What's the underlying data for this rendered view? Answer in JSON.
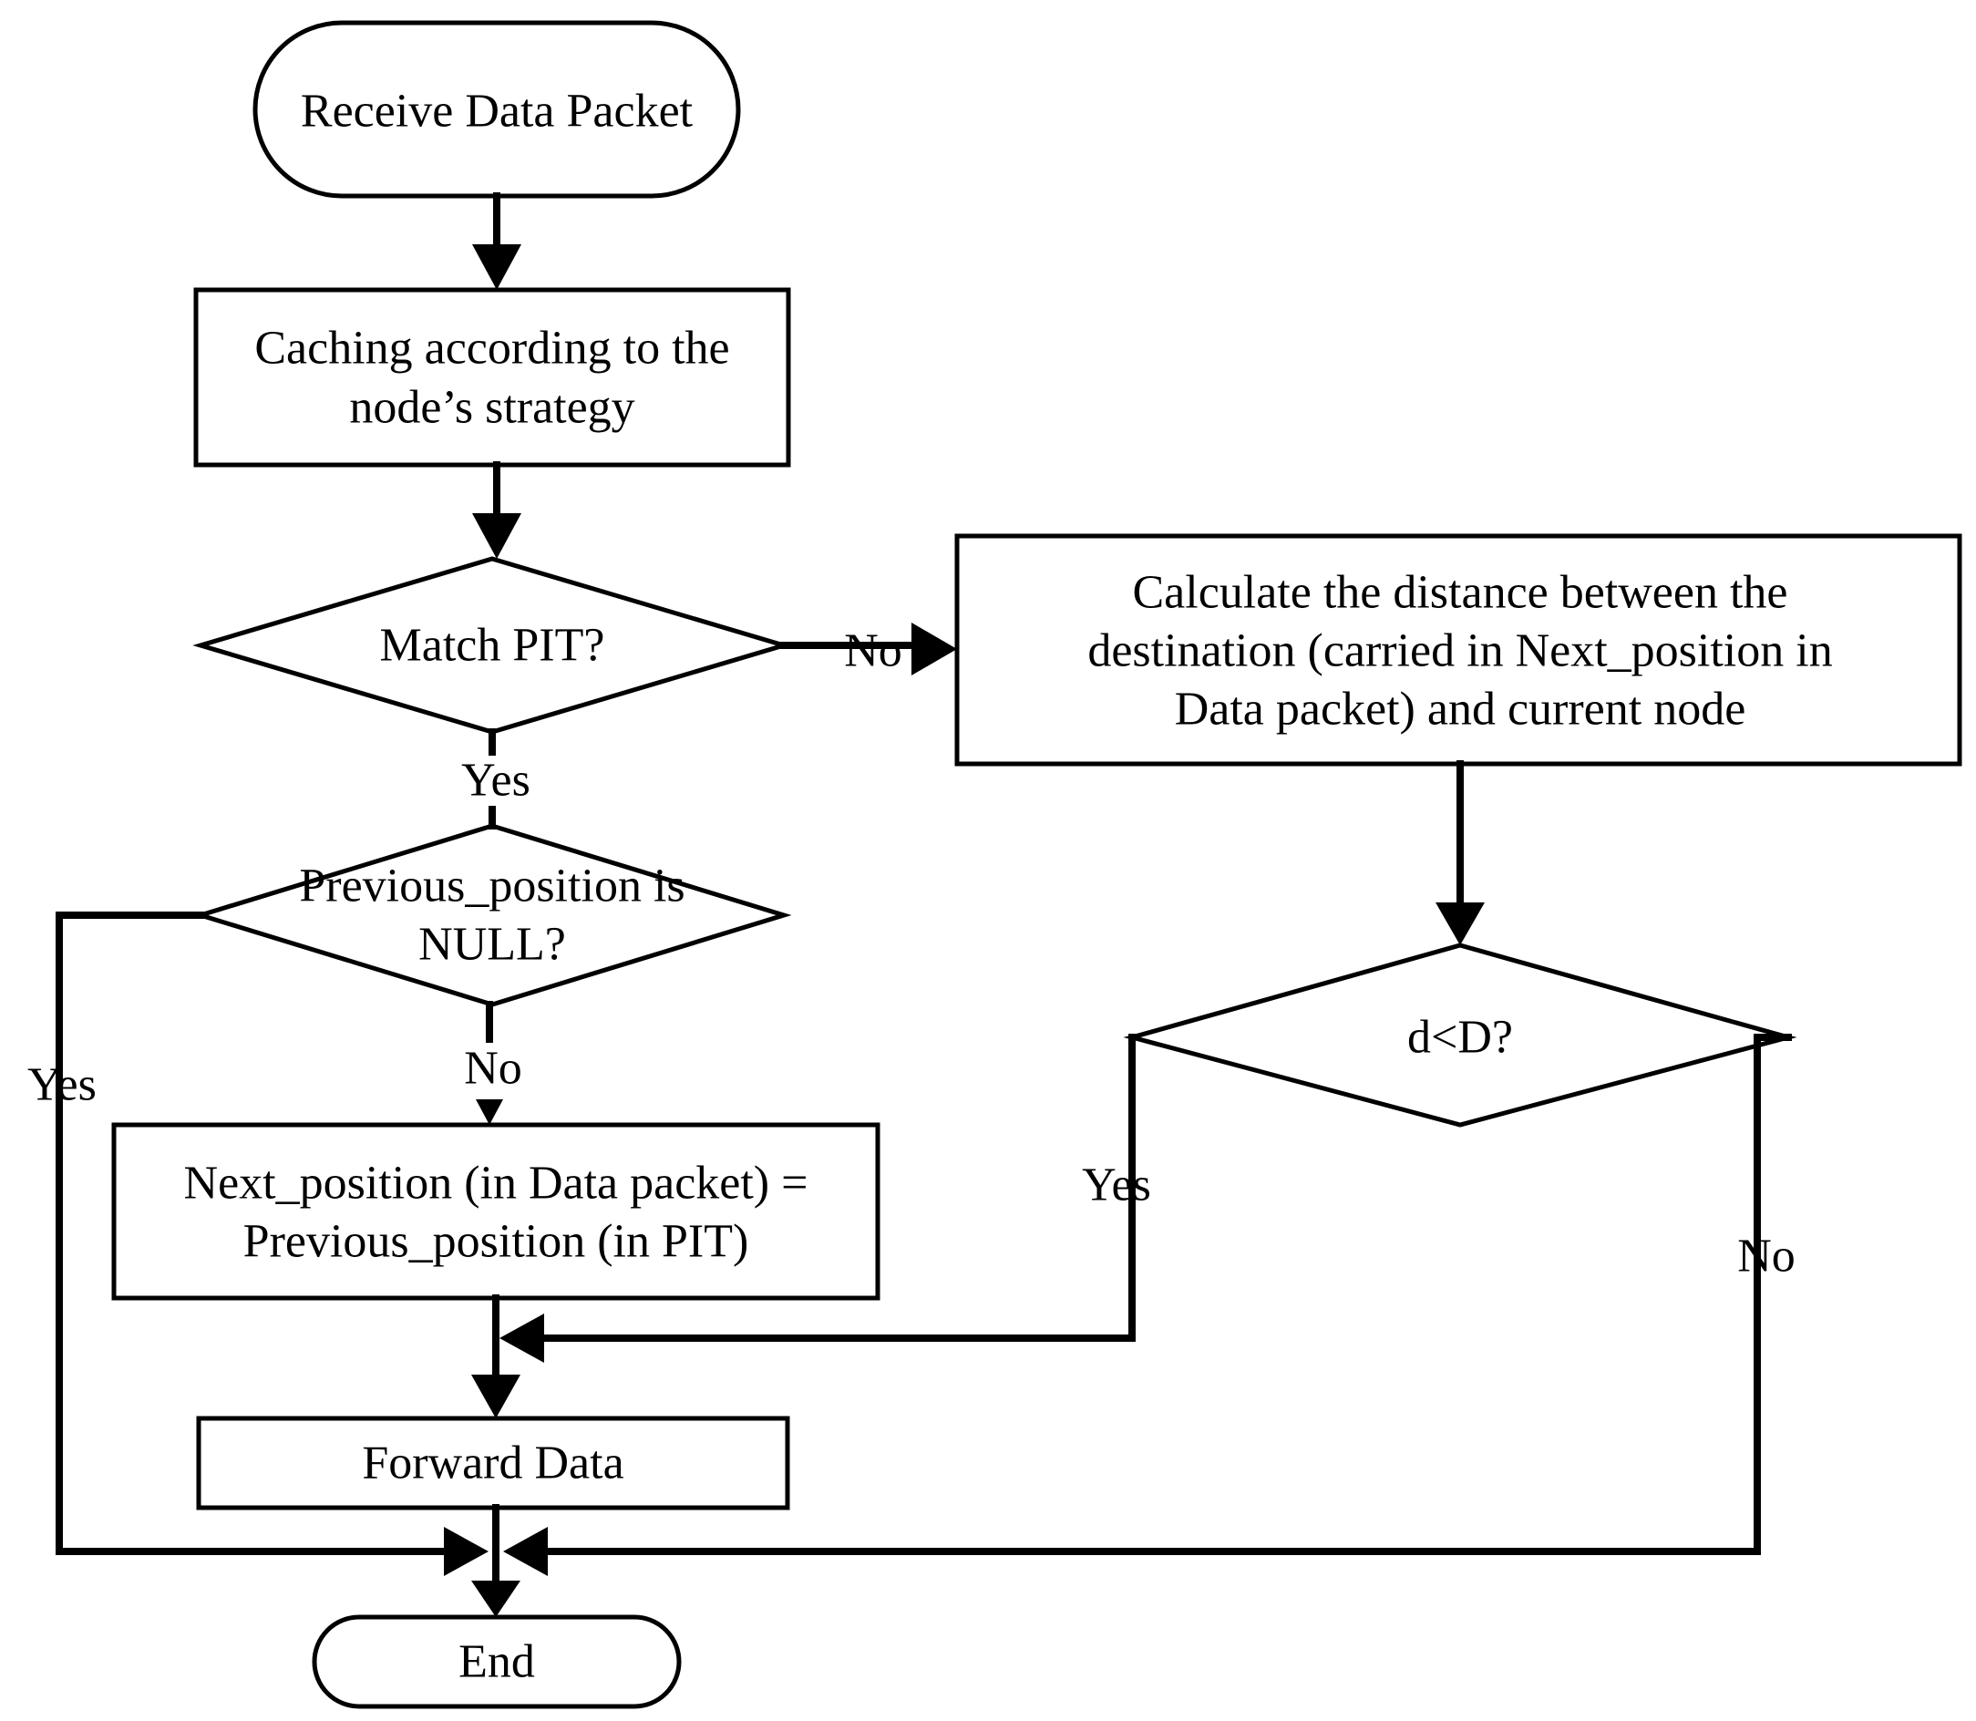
{
  "nodes": {
    "start": "Receive Data Packet",
    "cache_line1": "Caching according to the",
    "cache_line2": "node’s strategy",
    "match_pit": "Match PIT?",
    "calc_line1": "Calculate the distance between the",
    "calc_line2": "destination (carried in Next_position in",
    "calc_line3": "Data packet) and current node",
    "prev_null_line1": "Previous_position is",
    "prev_null_line2": "NULL?",
    "compare": "d<D?",
    "assign_line1": "Next_position (in Data packet) =",
    "assign_line2": "Previous_position (in PIT)",
    "forward": "Forward Data",
    "end": "End"
  },
  "edge_labels": {
    "match_no": "No",
    "match_yes": "Yes",
    "prev_yes": "Yes",
    "prev_no": "No",
    "compare_yes": "Yes",
    "compare_no": "No"
  }
}
